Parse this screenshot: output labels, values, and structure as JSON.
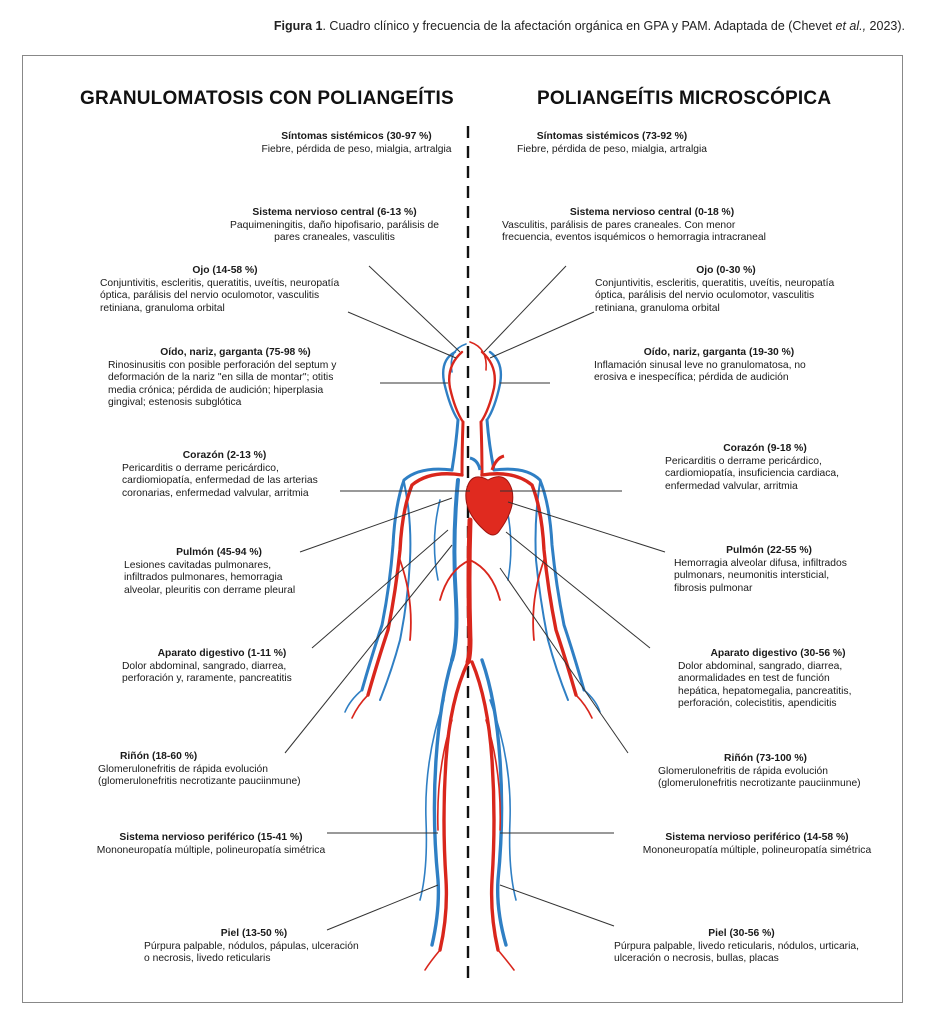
{
  "caption": {
    "label": "Figura 1",
    "text_before": ". Cuadro clínico y frecuencia de la afectación orgánica en GPA y PAM. Adaptada de (Chevet ",
    "etal": "et al.,",
    "text_after": " 2023)."
  },
  "titles": {
    "left": "GRANULOMATOSIS CON POLIANGEÍTIS",
    "right": "POLIANGEÍTIS MICROSCÓPICA"
  },
  "left": [
    {
      "heading": "Síntomas sistémicos (30-97 %)",
      "body": "Fiebre, pérdida de peso, mialgia, artralgia"
    },
    {
      "heading": "Sistema nervioso central (6-13 %)",
      "body": "Paquimeningitis, daño hipofisario, parálisis de\npares craneales, vasculitis"
    },
    {
      "heading": "Ojo (14-58 %)",
      "body": "Conjuntivitis, escleritis, queratitis, uveítis, neuropatía\nóptica, parálisis del nervio oculomotor, vasculitis\nretiniana, granuloma orbital"
    },
    {
      "heading": "Oído, nariz, garganta (75-98 %)",
      "body": "Rinosinusitis con posible perforación del septum y\ndeformación de la nariz \"en silla de montar\"; otitis\nmedia crónica; pérdida de audición; hiperplasia\ngingival; estenosis subglótica"
    },
    {
      "heading": "Corazón (2-13 %)",
      "body": "Pericarditis o derrame pericárdico,\ncardiomiopatía, enfermedad de las arterias\ncoronarias, enfermedad valvular, arritmia"
    },
    {
      "heading": "Pulmón (45-94 %)",
      "body": "Lesiones cavitadas pulmonares,\ninfiltrados pulmonares, hemorragia\nalveolar, pleuritis con derrame pleural"
    },
    {
      "heading": "Aparato digestivo (1-11 %)",
      "body": "Dolor abdominal, sangrado, diarrea,\nperforación y, raramente, pancreatitis"
    },
    {
      "heading": "Riñón (18-60 %)",
      "body": "Glomerulonefritis de rápida evolución\n(glomerulonefritis necrotizante pauciinmune)"
    },
    {
      "heading": "Sistema nervioso periférico (15-41 %)",
      "body": "Mononeuropatía múltiple, polineuropatía simétrica"
    },
    {
      "heading": "Piel (13-50 %)",
      "body": "Púrpura palpable, nódulos, pápulas, ulceración\no necrosis, livedo reticularis"
    }
  ],
  "right": [
    {
      "heading": "Síntomas sistémicos (73-92 %)",
      "body": "Fiebre, pérdida de peso, mialgia, artralgia"
    },
    {
      "heading": "Sistema nervioso central (0-18 %)",
      "body": "Vasculitis, parálisis de pares craneales. Con menor\nfrecuencia, eventos isquémicos o hemorragia intracraneal"
    },
    {
      "heading": "Ojo (0-30 %)",
      "body": "Conjuntivitis, escleritis, queratitis, uveítis, neuropatía\nóptica, parálisis del nervio oculomotor, vasculitis\nretiniana, granuloma orbital"
    },
    {
      "heading": "Oído, nariz, garganta (19-30 %)",
      "body": "Inflamación sinusal leve no granulomatosa, no\nerosiva e inespecífica; pérdida de audición"
    },
    {
      "heading": "Corazón (9-18 %)",
      "body": "Pericarditis o derrame pericárdico,\ncardiomiopatía, insuficiencia cardiaca,\nenfermedad valvular, arritmia"
    },
    {
      "heading": "Pulmón (22-55 %)",
      "body": "Hemorragia alveolar difusa, infiltrados\npulmonars, neumonitis intersticial,\nfibrosis pulmonar"
    },
    {
      "heading": "Aparato digestivo (30-56 %)",
      "body": "Dolor abdominal, sangrado, diarrea,\nanormalidades en test de función\nhepática, hepatomegalia, pancreatitis,\nperforación, colecistitis, apendicitis"
    },
    {
      "heading": "Riñón (73-100 %)",
      "body": "Glomerulonefritis de rápida evolución\n(glomerulonefritis necrotizante pauciinmune)"
    },
    {
      "heading": "Sistema nervioso periférico (14-58 %)",
      "body": "Mononeuropatía múltiple, polineuropatía simétrica"
    },
    {
      "heading": "Piel (30-56 %)",
      "body": "Púrpura palpable, livedo reticularis, nódulos, urticaria,\nulceración o necrosis, bullas, placas"
    }
  ],
  "colors": {
    "artery": "#d9261c",
    "vein": "#2f7fc4",
    "heart": "#e02a1f",
    "leader": "#333333",
    "divider": "#111111"
  }
}
